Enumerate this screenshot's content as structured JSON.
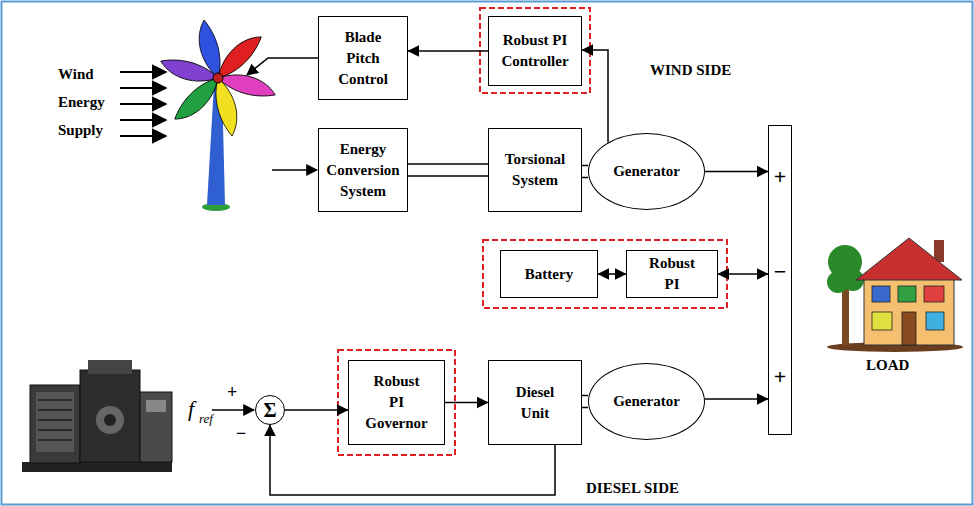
{
  "diagram": {
    "nodes": [
      {
        "text": [
          "Blade Pitch Control"
        ]
      },
      {
        "text": [
          "Robust PI Controller"
        ]
      },
      {
        "text": [
          "Energy Conversion System"
        ]
      },
      {
        "text": [
          "Torsional System"
        ]
      },
      {
        "text": [
          "Generator"
        ]
      },
      {
        "text": [
          "+",
          "−",
          "+"
        ]
      },
      {
        "text": [
          "Battery"
        ]
      },
      {
        "text": [
          "Robust PI"
        ]
      },
      {
        "text": [
          "Σ"
        ]
      },
      {
        "text": [
          "Robust PI Governor"
        ]
      },
      {
        "text": [
          "Diesel Unit"
        ]
      },
      {
        "text": [
          "Generator"
        ]
      }
    ],
    "edges": [
      {
        "from": 1,
        "to": 0,
        "arrow": "to"
      },
      {
        "from": 2,
        "to": 3,
        "arrow": "none"
      },
      {
        "from": 3,
        "to": 4,
        "arrow": "none"
      },
      {
        "from": 4,
        "to": 1,
        "arrow": "to"
      },
      {
        "from": 4,
        "to": 5,
        "arrow": "to"
      },
      {
        "from": 6,
        "to": 7,
        "arrow": "both"
      },
      {
        "from": 7,
        "to": 5,
        "arrow": "both"
      },
      {
        "from": 8,
        "to": 9,
        "arrow": "to"
      },
      {
        "from": 9,
        "to": 10,
        "arrow": "to"
      },
      {
        "from": 10,
        "to": 11,
        "arrow": "none"
      },
      {
        "from": 11,
        "to": 5,
        "arrow": "to"
      },
      {
        "from": 10,
        "to": 8,
        "arrow": "to"
      }
    ],
    "labels": [
      "Wind Energy Supply",
      "WIND SIDE",
      "LOAD",
      "+",
      "f",
      "ref",
      "−",
      "DIESEL SIDE"
    ]
  }
}
